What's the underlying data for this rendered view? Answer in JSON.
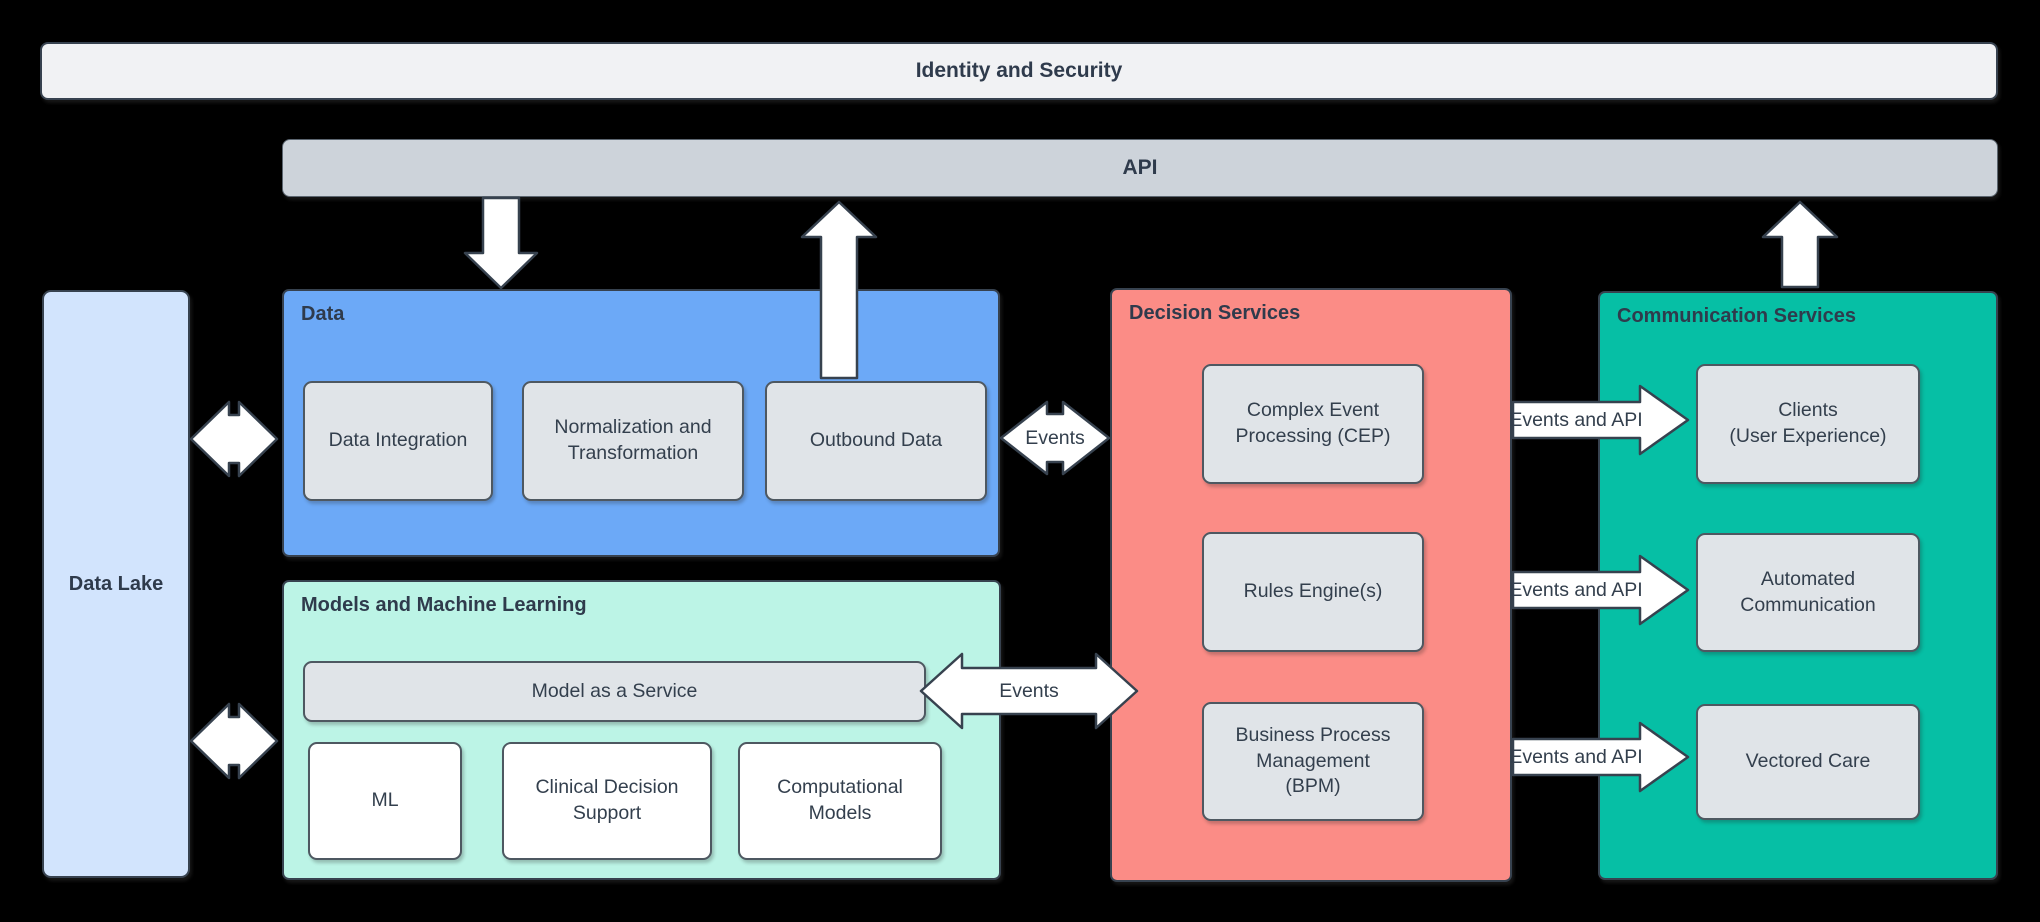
{
  "canvas": {
    "background": "#000000"
  },
  "top_bars": {
    "identity": {
      "label": "Identity and Security",
      "fill": "#f1f2f4"
    },
    "api": {
      "label": "API",
      "fill": "#cdd3da"
    }
  },
  "data_lake": {
    "label": "Data Lake",
    "fill": "#d2e4fd"
  },
  "groups": {
    "data": {
      "title": "Data",
      "fill": "#6ca9f7",
      "items": [
        "Data Integration",
        "Normalization and\nTransformation",
        "Outbound Data"
      ]
    },
    "models": {
      "title": "Models and Machine Learning",
      "fill": "#bcf4e6",
      "service_bar": "Model as a Service",
      "items": [
        "ML",
        "Clinical Decision\nSupport",
        "Computational\nModels"
      ]
    },
    "decision": {
      "title": "Decision Services",
      "fill": "#fb8c86",
      "items": [
        "Complex Event\nProcessing (CEP)",
        "Rules Engine(s)",
        "Business Process\nManagement\n(BPM)"
      ]
    },
    "communication": {
      "title": "Communication Services",
      "fill": "#06bfa5",
      "items": [
        "Clients\n(User Experience)",
        "Automated\nCommunication",
        "Vectored Care"
      ]
    }
  },
  "arrows": {
    "node_fill": "#e0e4e8",
    "events_data_decision": "Events",
    "events_models_decision": "Events",
    "events_api_clients": "Events and API",
    "events_api_automated": "Events and API",
    "events_api_vectored": "Events and API"
  }
}
